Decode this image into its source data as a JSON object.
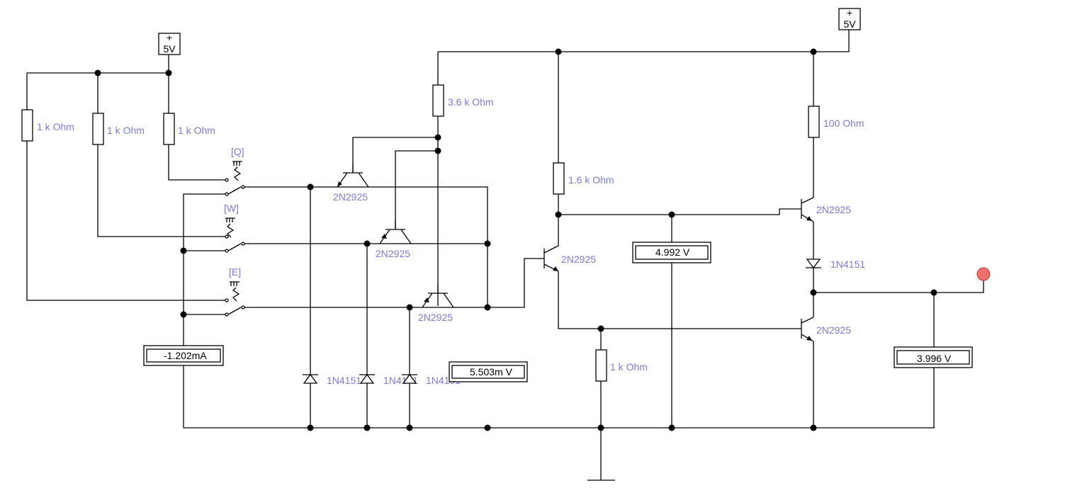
{
  "supplies": {
    "left": "5V",
    "right": "5V",
    "plus": "+"
  },
  "switches": {
    "q": "[Q]",
    "w": "[W]",
    "e": "[E]"
  },
  "resistors": {
    "r_left1": "1 k Ohm",
    "r_left2": "1 k Ohm",
    "r_left3": "1 k Ohm",
    "r_36k": "3.6 k Ohm",
    "r_16k": "1.6 k Ohm",
    "r_100": "100  Ohm",
    "r_1k_bottom": "1 k Ohm"
  },
  "transistors": {
    "t1": "2N2925",
    "t2": "2N2925",
    "t3": "2N2925",
    "t4": "2N2925",
    "t5": "2N2925",
    "t6": "2N2925"
  },
  "diodes": {
    "d1": "1N4151",
    "d2": "1N4151",
    "d3": "1N4151",
    "d4": "1N4151"
  },
  "meters": {
    "ammeter": "-1.202mA",
    "volt_mid": "5.503m V",
    "volt_top": "4.992  V",
    "volt_out": "3.996  V"
  },
  "colors": {
    "label": "#7b7bd6",
    "probe": "#f07070"
  }
}
